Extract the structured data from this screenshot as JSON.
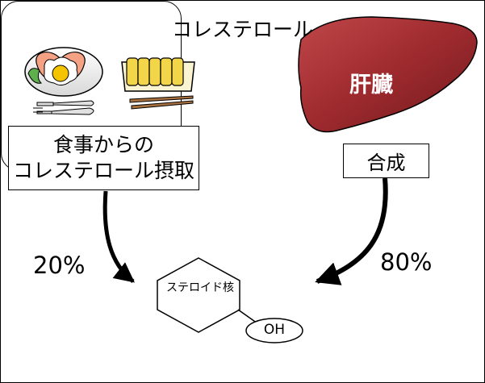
{
  "dietary_source": {
    "line1": "食事からの",
    "line2": "コレステロール摂取",
    "percentage": "20%"
  },
  "liver": {
    "label": "肝臓",
    "process_label": "合成",
    "percentage": "80%",
    "color": "#9e2a2e"
  },
  "cholesterol": {
    "title": "コレステロール",
    "core_label": "ステロイド核",
    "group_label": "OH"
  },
  "icons": [
    "egg-plate-icon",
    "fork-knife-icon",
    "tamagoyaki-icon",
    "chopsticks-icon",
    "liver-icon"
  ]
}
